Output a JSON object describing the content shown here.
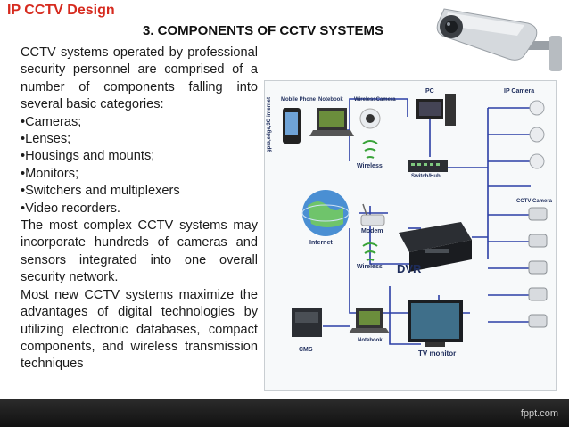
{
  "header": {
    "brand": "IP CCTV Design",
    "title": "3. COMPONENTS OF CCTV SYSTEMS"
  },
  "body": {
    "intro": "CCTV systems operated by professional security personnel are comprised of a number of components falling into several basic categories:",
    "items": [
      "•Cameras;",
      "•Lenses;",
      "•Housings and mounts;",
      "•Monitors;",
      "•Switchers and multiplexers",
      "•Video recorders."
    ],
    "paragraph2": "The most complex CCTV systems may incorporate hundreds of cameras and sensors integrated into one overall security network.",
    "paragraph3": "Most new CCTV systems maximize the advantages of digital technologies by utilizing electronic databases, compact components, and wireless transmission techniques"
  },
  "diagram": {
    "labels": {
      "mobile": "Mobile Phone",
      "notebook": "Notebook",
      "wireless_camera": "WirelessCamera",
      "pc": "PC",
      "ip_camera": "IP Camera",
      "gprs": "gprs,edge,3G internet",
      "wireless1": "Wireless",
      "switch": "Switch/Hub",
      "internet": "Internet",
      "modem": "Modem",
      "cctv_camera": "CCTV Camera",
      "wireless2": "Wireless",
      "dvr": "DVR",
      "cms": "CMS",
      "notebook2": "Notebook",
      "tv_monitor": "TV monitor"
    }
  },
  "footer": {
    "watermark": "fppt.com"
  },
  "colors": {
    "brand": "#d62a1e",
    "wire": "#2c3fa6",
    "footer": "#1a1a1a"
  }
}
